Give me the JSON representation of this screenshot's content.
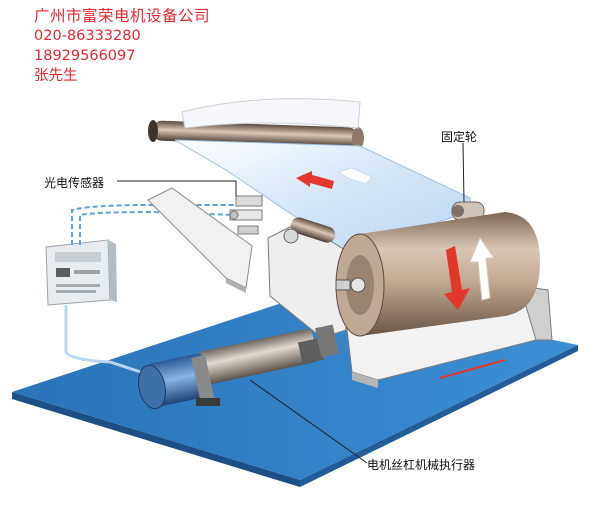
{
  "contact": {
    "company": "广州市富荣电机设备公司",
    "phone": "020-86333280",
    "mobile": "18929566097",
    "person": "张先生"
  },
  "labels": {
    "fixed_roller": "固定轮",
    "photo_sensor": "光电传感器",
    "actuator": "电机丝杠机械执行器"
  },
  "colors": {
    "contact_text": "#e8262f",
    "base_plate": "#2f7fc4",
    "web": "#cfe3f7",
    "drum": "#b8a28e",
    "arrow_red": "#e2372b"
  }
}
